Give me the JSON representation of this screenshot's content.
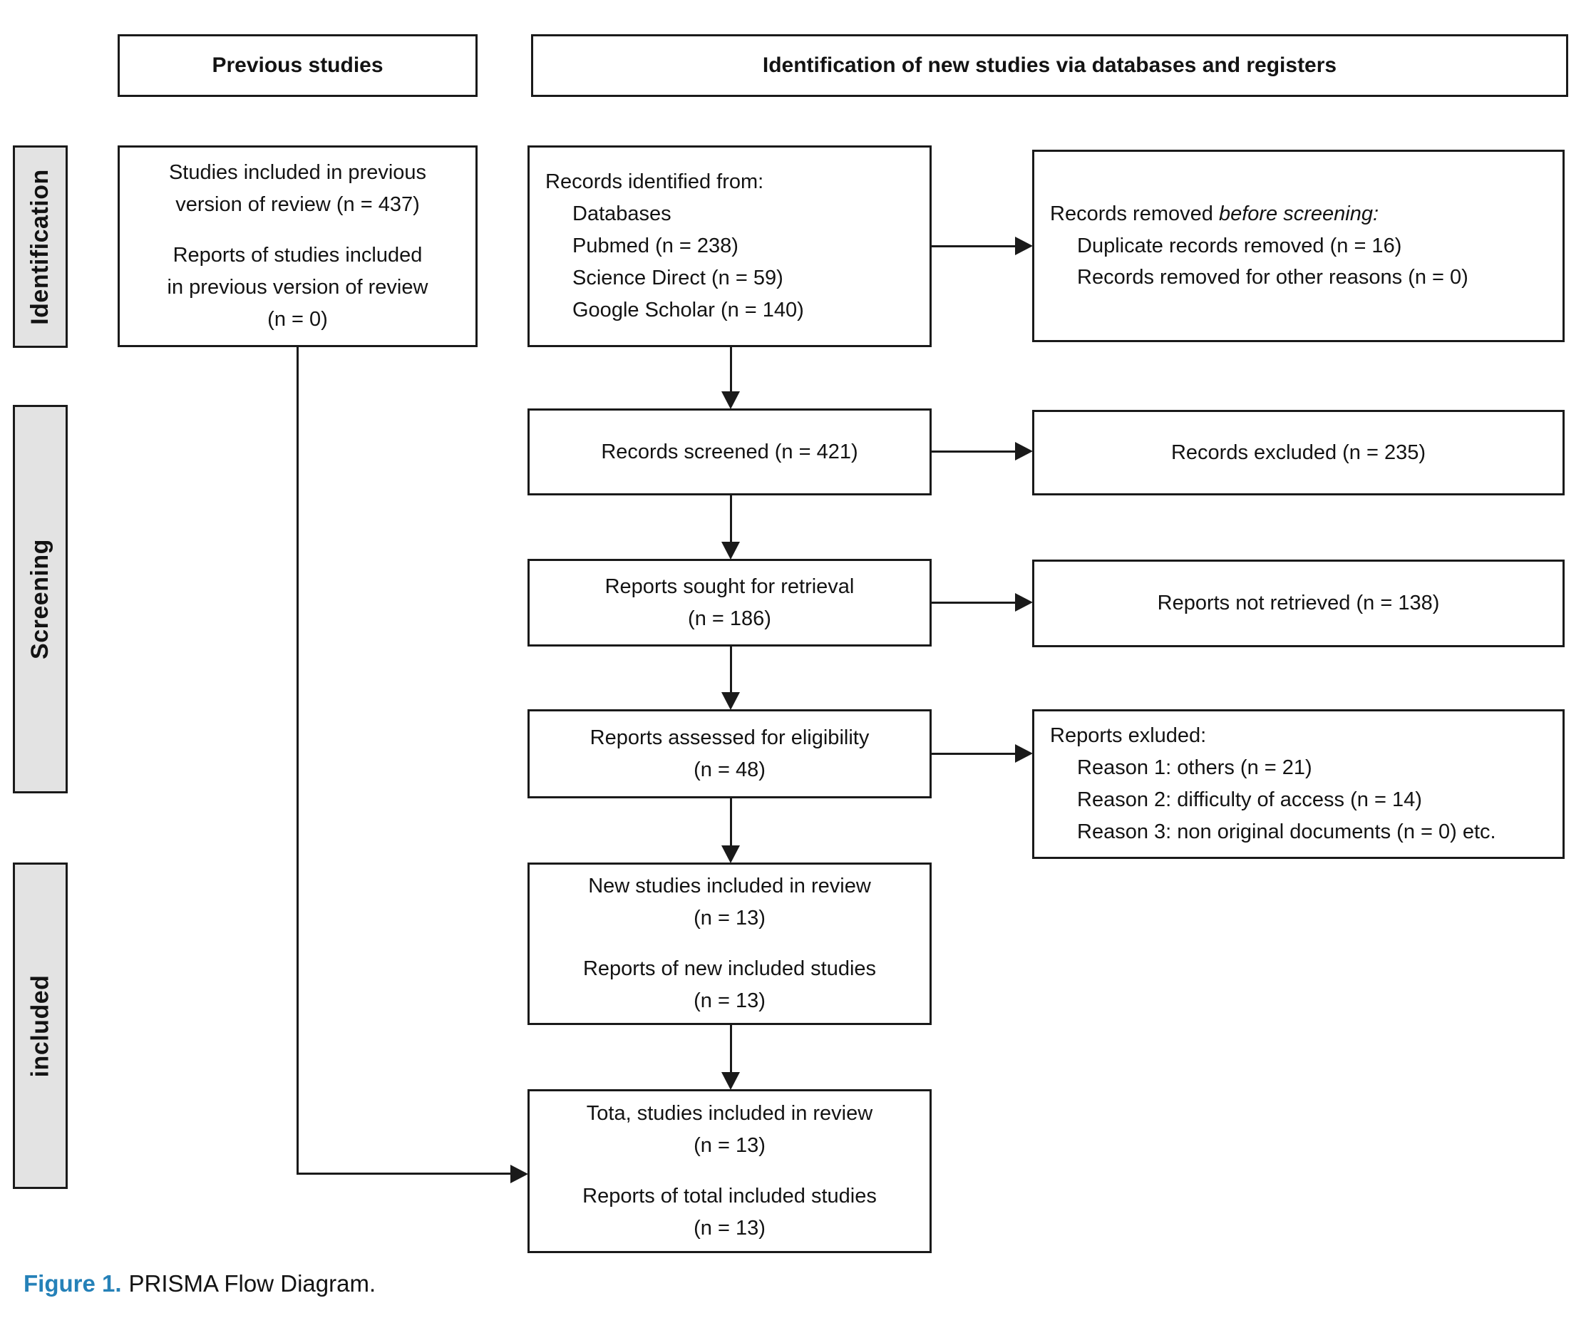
{
  "headers": {
    "previous_studies": "Previous studies",
    "new_studies": "Identification of new studies via databases and registers"
  },
  "sidebar": {
    "identification": "Identification",
    "screening": "Screening",
    "included": "included"
  },
  "boxes": {
    "previous_included": {
      "p1_l1": "Studies included in previous",
      "p1_l2": "version of review (n = 437)",
      "p2_l1": "Reports of studies included",
      "p2_l2": "in previous version of review",
      "p2_l3": "(n = 0)"
    },
    "records_identified": {
      "title": "Records identified from:",
      "items": [
        "Databases",
        "Pubmed (n = 238)",
        "Science Direct (n = 59)",
        "Google Scholar (n = 140)"
      ]
    },
    "records_removed": {
      "title_prefix": "Records removed ",
      "title_italic": "before screening:",
      "items": [
        "Duplicate records removed (n = 16)",
        "Records removed for other reasons (n = 0)"
      ]
    },
    "records_screened": "Records screened (n = 421)",
    "records_excluded": "Records excluded (n = 235)",
    "reports_sought": {
      "l1": "Reports sought for retrieval",
      "l2": "(n = 186)"
    },
    "reports_not_retrieved": "Reports not retrieved (n = 138)",
    "reports_assessed": {
      "l1": "Reports assessed for eligibility",
      "l2": "(n = 48)"
    },
    "reports_excluded": {
      "title": "Reports exluded:",
      "items": [
        "Reason 1: others (n = 21)",
        "Reason 2: difficulty of access (n = 14)",
        "Reason 3: non original documents (n = 0) etc."
      ]
    },
    "new_studies": {
      "p1_l1": "New studies included in review",
      "p1_l2": "(n = 13)",
      "p2_l1": "Reports of new included studies",
      "p2_l2": "(n = 13)"
    },
    "total_studies": {
      "p1_l1": "Tota, studies included in review",
      "p1_l2": "(n = 13)",
      "p2_l1": "Reports of total included studies",
      "p2_l2": "(n = 13)"
    }
  },
  "caption": {
    "label": "Figure 1.",
    "text": "PRISMA Flow Diagram."
  },
  "colors": {
    "caption_blue": "#2581b8",
    "sidebar_fill": "#e3e3e3",
    "line_black": "#1a1a1a",
    "background": "#ffffff"
  }
}
